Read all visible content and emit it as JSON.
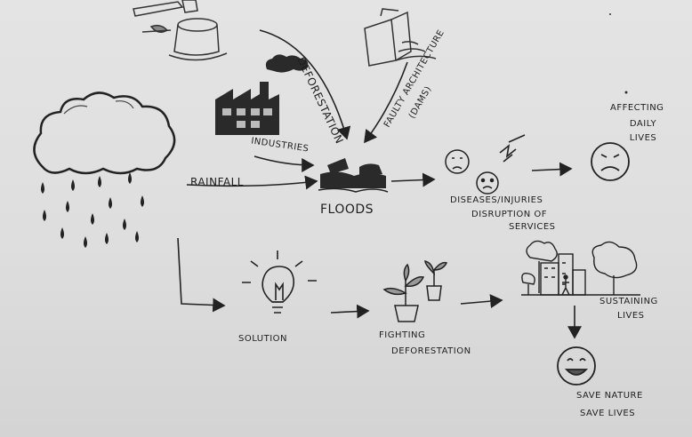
{
  "labels": {
    "deforestation": "Deforestation",
    "faulty_architecture": "Faulty Architecture",
    "dams": "(Dams)",
    "industries": "Industries",
    "rainfall": "Rainfall",
    "floods": "Floods",
    "diseases_injuries": "Diseases/Injuries",
    "disruption": "Disruption of",
    "services": "Services",
    "affecting": "Affecting",
    "daily_lives": "Daily Lives",
    "solution": "Solution",
    "fighting": "Fighting",
    "deforestation_2": "Deforestation",
    "sustaining": "Sustaining",
    "lives": "Lives",
    "save_nature": "Save Nature",
    "save_lives": "Save Lives"
  }
}
